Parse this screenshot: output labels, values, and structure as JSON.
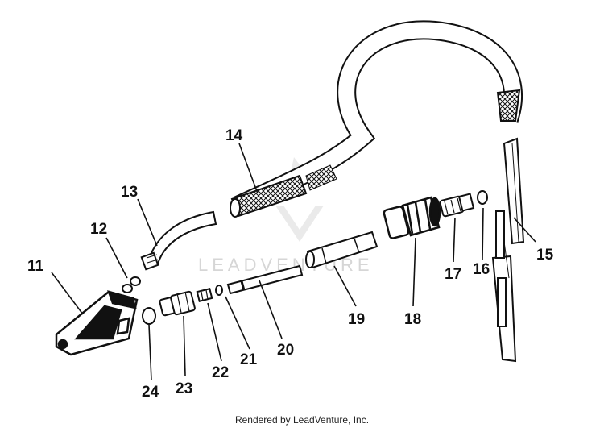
{
  "callouts": {
    "p11": "11",
    "p12": "12",
    "p13": "13",
    "p14": "14",
    "p15": "15",
    "p16": "16",
    "p17": "17",
    "p18": "18",
    "p19": "19",
    "p20": "20",
    "p21": "21",
    "p22": "22",
    "p23": "23",
    "p24": "24"
  },
  "watermark": {
    "text": "LEADVENTURE"
  },
  "footer": {
    "text": "Rendered by LeadVenture, Inc."
  }
}
